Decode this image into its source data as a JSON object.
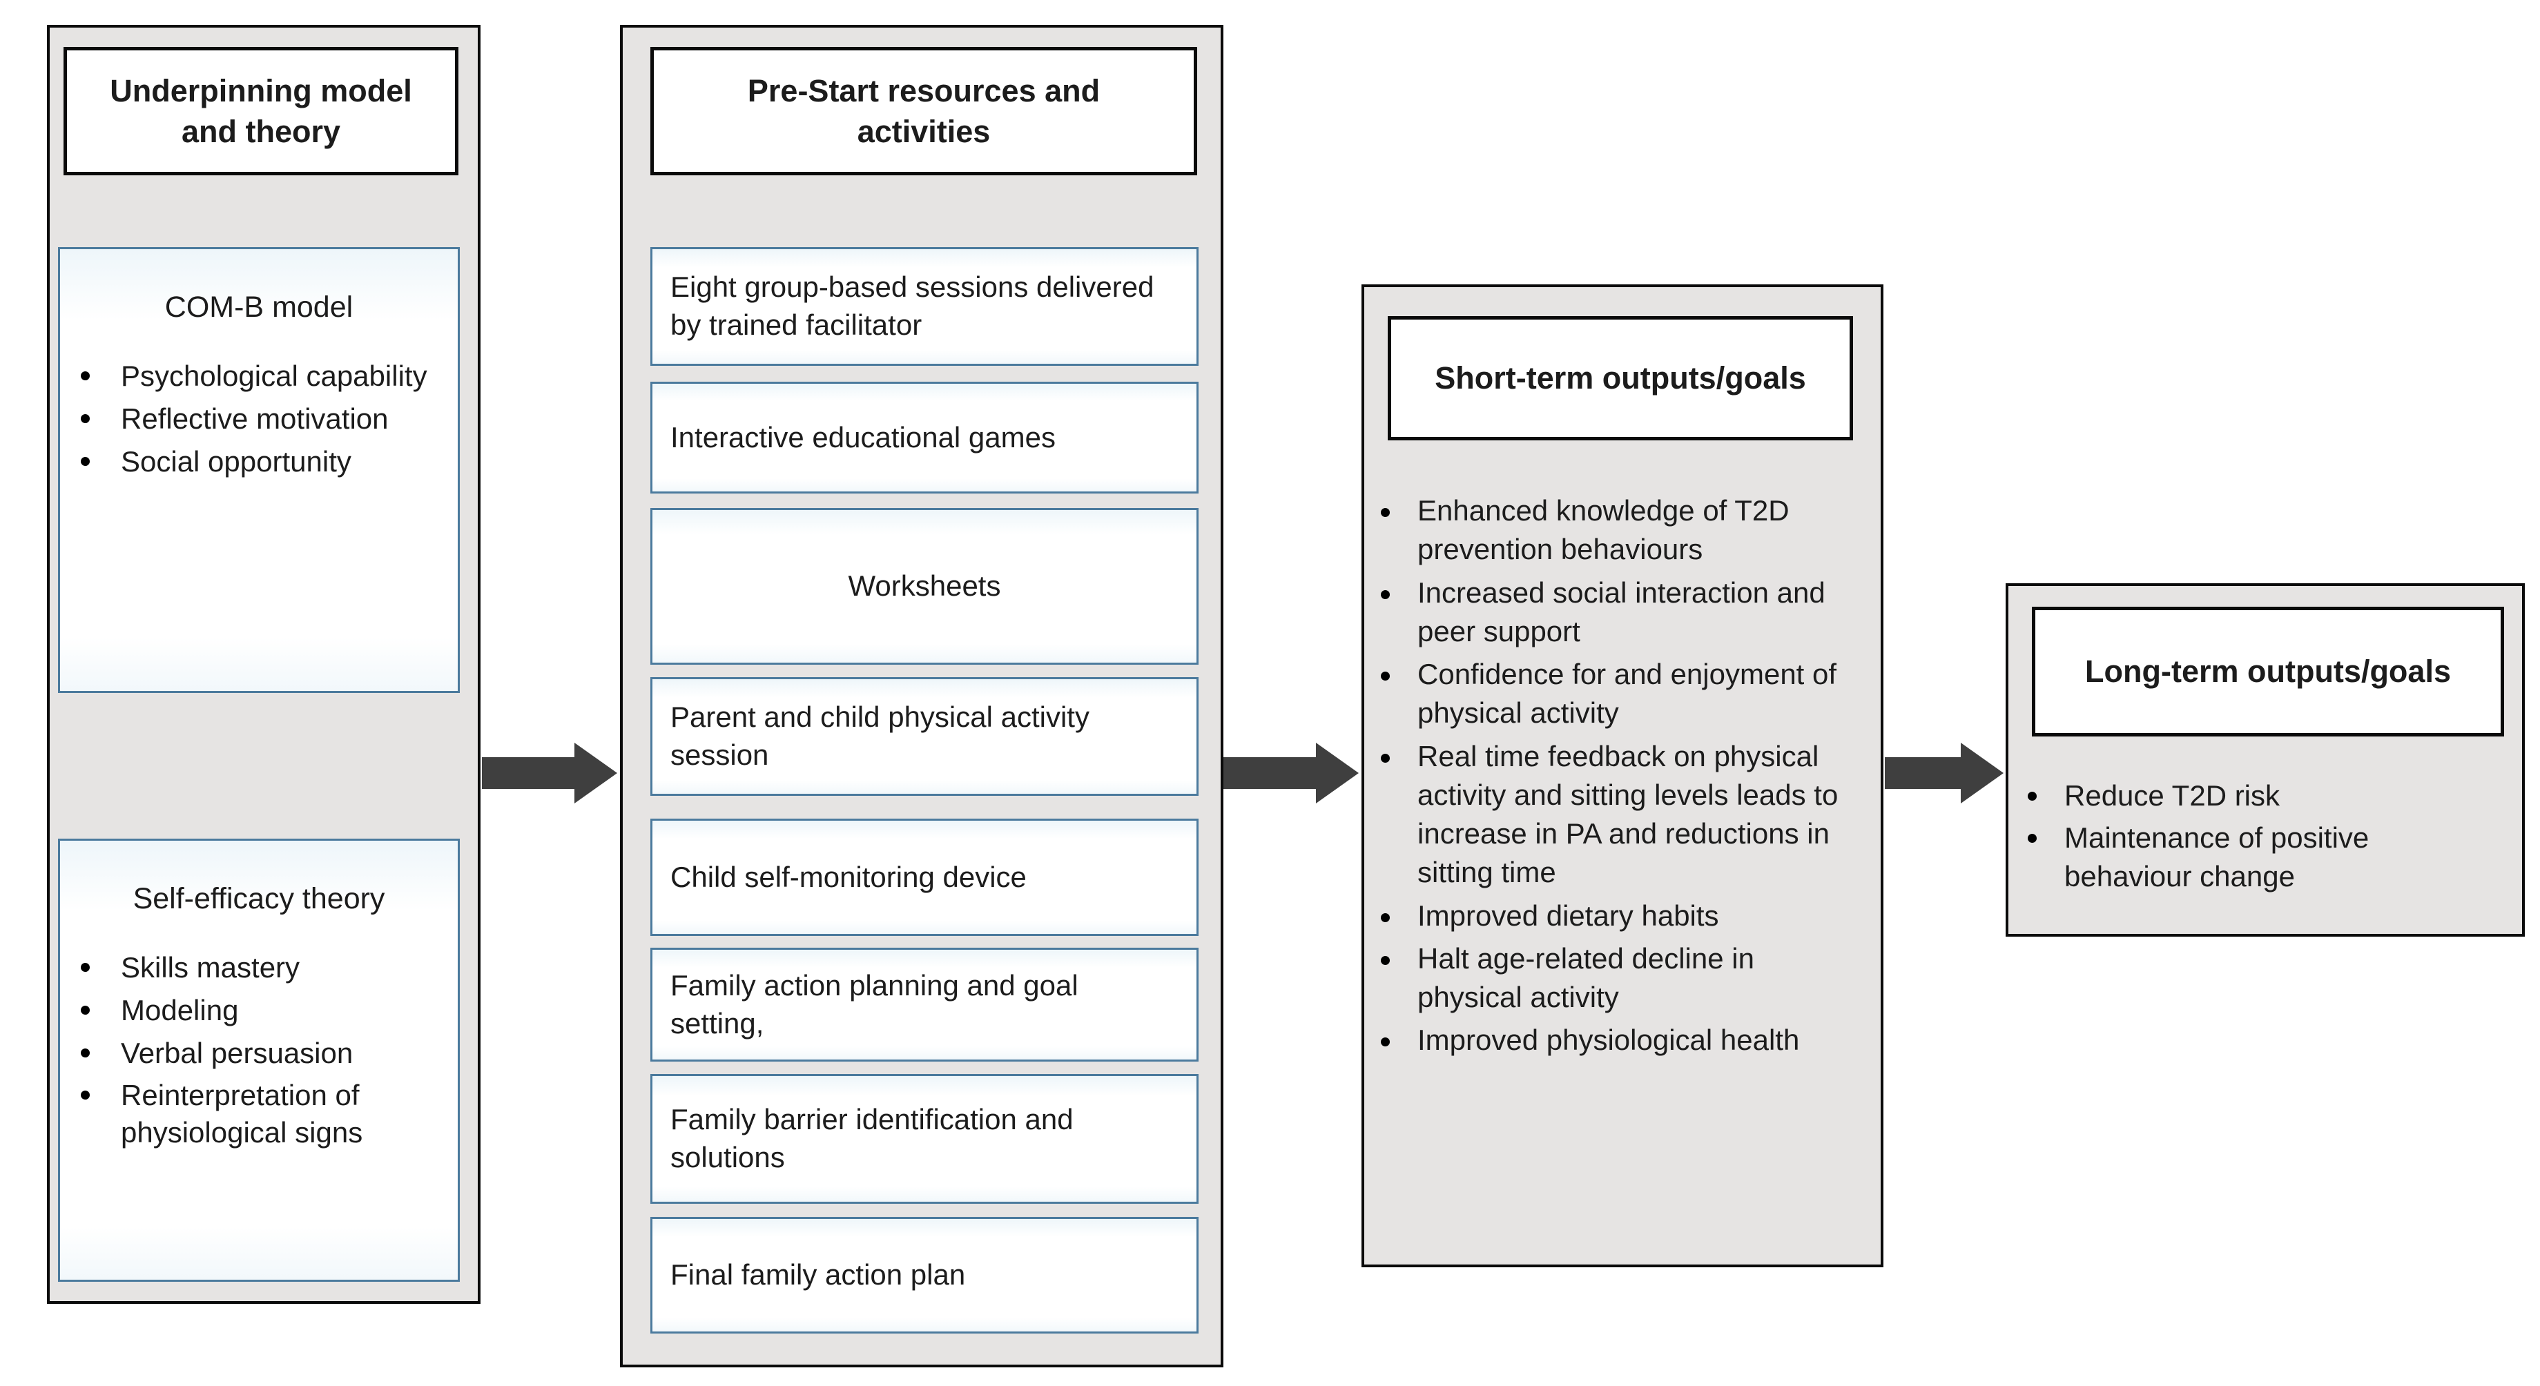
{
  "palette": {
    "column_bg": "#e6e4e3",
    "box_fill": "#ffffff",
    "box_border_blue": "#4b7a9d",
    "outline_black": "#0a0a0a",
    "arrow_gray": "#3f3f3f",
    "text": "#1c1c1c"
  },
  "col1": {
    "header": "Underpinning model and theory",
    "comb": {
      "title": "COM-B model",
      "bullets": [
        "Psychological capability",
        "Reflective motivation",
        "Social opportunity"
      ]
    },
    "selfefficacy": {
      "title": "Self-efficacy theory",
      "bullets": [
        "Skills mastery",
        "Modeling",
        "Verbal persuasion",
        "Reinterpretation of physiological signs"
      ]
    }
  },
  "col2": {
    "header": "Pre-Start resources and activities",
    "boxes": [
      "Eight group-based sessions delivered by trained facilitator",
      "Interactive educational games",
      "Worksheets",
      "Parent and child physical activity session",
      "Child self-monitoring device",
      "Family action planning and goal setting,",
      "Family barrier identification and solutions",
      "Final family action plan"
    ]
  },
  "col3": {
    "header": "Short-term outputs/goals",
    "bullets": [
      "Enhanced knowledge of T2D prevention behaviours",
      "Increased social interaction and peer support",
      "Confidence for and enjoyment of physical activity",
      "Real time feedback on physical activity and sitting levels leads to increase in PA and reductions in sitting time",
      "Improved dietary habits",
      "Halt age-related decline in physical activity",
      "Improved physiological health"
    ]
  },
  "col4": {
    "header": "Long-term outputs/goals",
    "bullets": [
      "Reduce T2D risk",
      "Maintenance of positive behaviour change"
    ]
  }
}
